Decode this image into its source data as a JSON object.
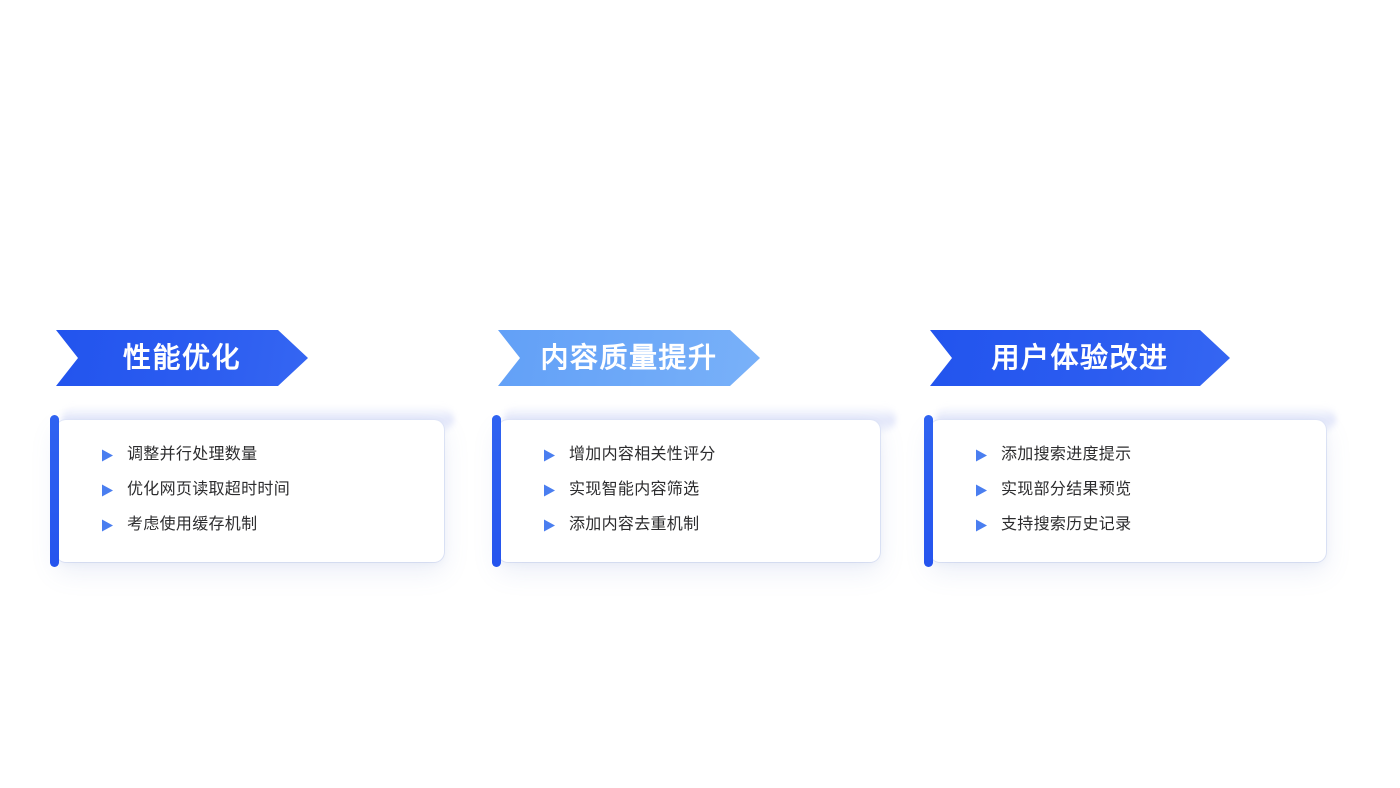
{
  "page": {
    "background_color": "#ffffff",
    "text_color": "#2c2c2e"
  },
  "palette": {
    "banner_dark_blue": "#2b5cf0",
    "banner_light_blue": "#6ea9f8",
    "accent_bar_blue": "#2554ee",
    "bullet_triangle_blue": "#4a7ef0",
    "card_background": "#ffffff",
    "card_glow": "#cbd3f6"
  },
  "columns": [
    {
      "banner": {
        "title": "性能优化",
        "style": "dark-blue",
        "color": "#2b5cf0"
      },
      "card": {
        "accent_color": "#2554ee",
        "items": [
          {
            "bullet_icon": "triangle-right-icon",
            "text": "调整并行处理数量"
          },
          {
            "bullet_icon": "triangle-right-icon",
            "text": "优化网页读取超时时间"
          },
          {
            "bullet_icon": "triangle-right-icon",
            "text": "考虑使用缓存机制"
          }
        ]
      }
    },
    {
      "banner": {
        "title": "内容质量提升",
        "style": "light-blue",
        "color": "#6ea9f8"
      },
      "card": {
        "accent_color": "#2554ee",
        "items": [
          {
            "bullet_icon": "triangle-right-icon",
            "text": "增加内容相关性评分"
          },
          {
            "bullet_icon": "triangle-right-icon",
            "text": "实现智能内容筛选"
          },
          {
            "bullet_icon": "triangle-right-icon",
            "text": "添加内容去重机制"
          }
        ]
      }
    },
    {
      "banner": {
        "title": "用户体验改进",
        "style": "dark-blue",
        "color": "#2b5cf0"
      },
      "card": {
        "accent_color": "#2554ee",
        "items": [
          {
            "bullet_icon": "triangle-right-icon",
            "text": "添加搜索进度提示"
          },
          {
            "bullet_icon": "triangle-right-icon",
            "text": "实现部分结果预览"
          },
          {
            "bullet_icon": "triangle-right-icon",
            "text": "支持搜索历史记录"
          }
        ]
      }
    }
  ]
}
